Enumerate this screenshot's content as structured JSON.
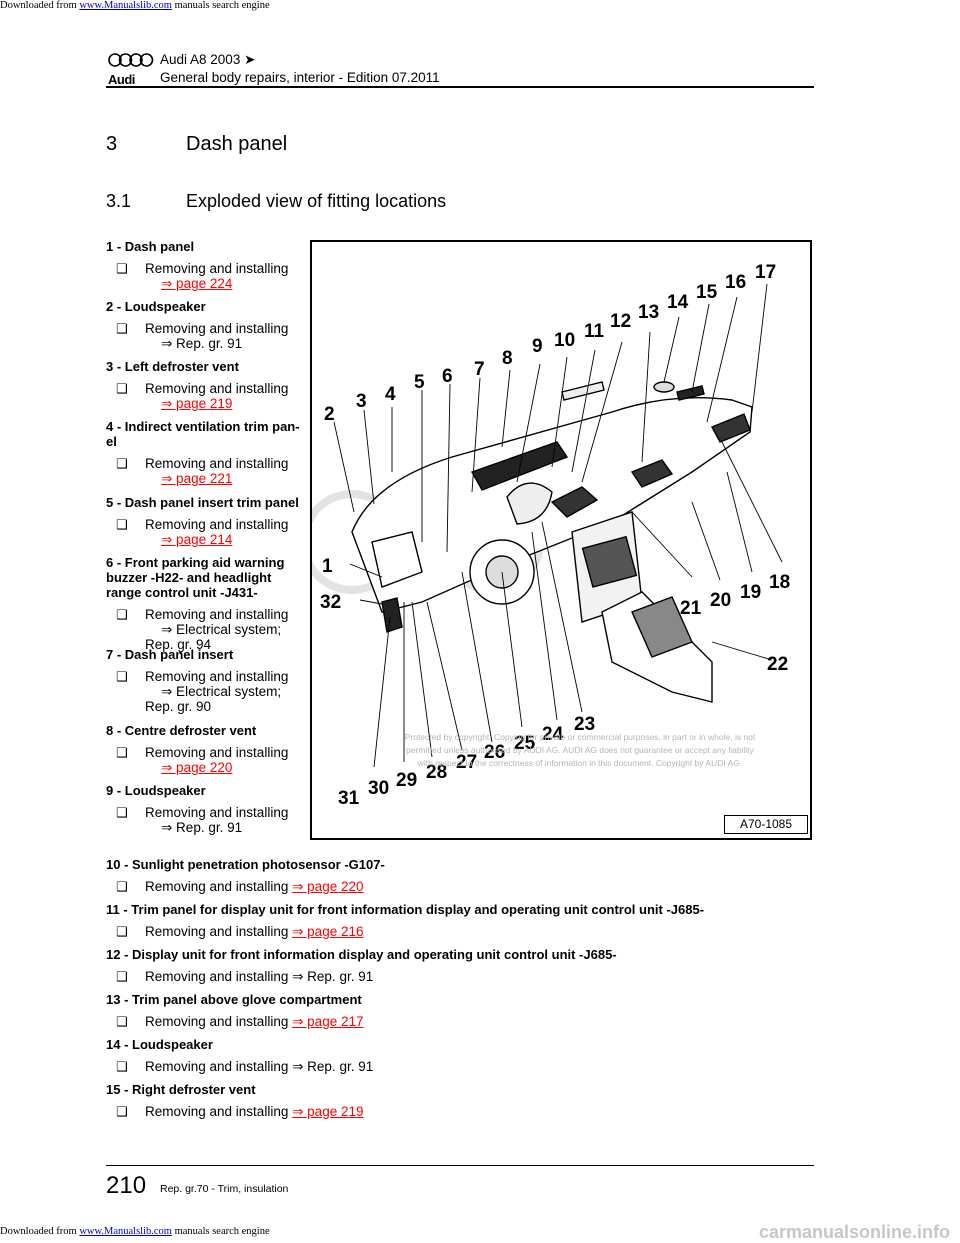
{
  "download_banner": {
    "prefix": "Downloaded from",
    "link": "www.Manualslib.com",
    "suffix": "manuals search engine"
  },
  "header": {
    "logo_word": "Audi",
    "model": "Audi A8 2003 ➤",
    "subtitle": "General body repairs, interior - Edition 07.2011"
  },
  "section": {
    "number": "3",
    "title": "Dash panel"
  },
  "subsection": {
    "number": "3.1",
    "title": "Exploded view of fitting locations"
  },
  "items_left": [
    {
      "title": "1 - Dash panel",
      "line1": "Removing and installing",
      "line2": "⇒ page 224",
      "line2_link": true
    },
    {
      "title": "2 - Loudspeaker",
      "line1": "Removing and installing",
      "line2": "⇒  Rep. gr.  91",
      "line2_link": false
    },
    {
      "title": "3 - Left defroster vent",
      "line1": "Removing and installing",
      "line2": "⇒ page 219",
      "line2_link": true
    },
    {
      "title": "4 - Indirect ventilation trim pan-",
      "title2": "el",
      "line1": "Removing and installing",
      "line2": "⇒ page 221",
      "line2_link": true
    },
    {
      "title": "5 - Dash panel insert trim panel",
      "line1": "Removing and installing",
      "line2": "⇒ page 214",
      "line2_link": true
    },
    {
      "title": "6 - Front parking aid warning",
      "title2": "buzzer -H22- and headlight",
      "title3": "range control unit -J431-",
      "line1": "Removing and installing",
      "line2": "⇒  Electrical system;",
      "line3": "Rep. gr.  94"
    },
    {
      "title": "7 - Dash panel insert",
      "line1": "Removing and installing",
      "line2": "⇒  Electrical system;",
      "line3": "Rep. gr.  90"
    },
    {
      "title": "8 - Centre defroster vent",
      "line1": "Removing and installing",
      "line2": "⇒ page 220",
      "line2_link": true
    },
    {
      "title": "9 - Loudspeaker",
      "line1": "Removing and installing",
      "line2": "⇒  Rep. gr.  91",
      "line2_link": false
    }
  ],
  "items_full": [
    {
      "title": "10 - Sunlight penetration photosensor -G107-",
      "line": "Removing and installing",
      "ref": "⇒ page 220",
      "ref_link": true
    },
    {
      "title": "11 - Trim panel for display unit for front information display and operating unit control unit -J685-",
      "line": "Removing and installing",
      "ref": "⇒ page 216",
      "ref_link": true
    },
    {
      "title": "12 - Display unit for front information display and operating unit control unit -J685-",
      "line": "Removing and installing",
      "ref": "⇒  Rep. gr.  91",
      "ref_link": false
    },
    {
      "title": "13 - Trim panel above glove compartment",
      "line": "Removing and installing",
      "ref": "⇒ page 217",
      "ref_link": true
    },
    {
      "title": "14 - Loudspeaker",
      "line": "Removing and installing",
      "ref": "⇒  Rep. gr.  91",
      "ref_link": false
    },
    {
      "title": "15 - Right defroster vent",
      "line": "Removing and installing",
      "ref": "⇒ page 219",
      "ref_link": true
    }
  ],
  "bullet_char": "❑",
  "figure": {
    "code": "A70-1085",
    "callouts": [
      "1",
      "2",
      "3",
      "4",
      "5",
      "6",
      "7",
      "8",
      "9",
      "10",
      "11",
      "12",
      "13",
      "14",
      "15",
      "16",
      "17",
      "18",
      "19",
      "20",
      "21",
      "22",
      "23",
      "24",
      "25",
      "26",
      "27",
      "28",
      "29",
      "30",
      "31",
      "32"
    ]
  },
  "watermark": {
    "line1": "Protected by copyright. Copying for private or commercial purposes, in part or in whole, is not",
    "line2": "permitted unless authorised by AUDI AG. AUDI AG does not guarantee or accept any liability",
    "line3": "with respect to the correctness of information in this document. Copyright by AUDI AG."
  },
  "footer": {
    "page_number": "210",
    "text": "Rep. gr.70 - Trim, insulation"
  },
  "bottom_brand": "carmanualsonline.info"
}
